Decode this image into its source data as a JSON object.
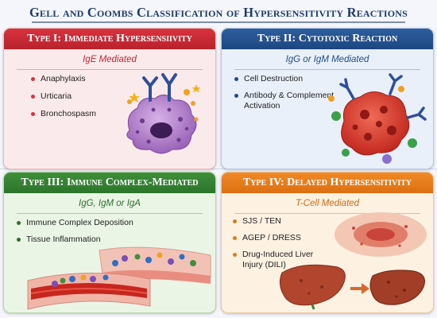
{
  "title": "Gell and Coombs Classification of Hypersensitivity Reactions",
  "panels": [
    {
      "heading": "Type I: Immediate Hypersensiivity",
      "subtitle": "IgE Mediated",
      "bullets": [
        "Anaphylaxis",
        "Urticaria",
        "Bronchospasm"
      ],
      "color": "#c82a35"
    },
    {
      "heading": "Type II: Cytotoxic Reaction",
      "subtitle": "IgG or IgM Mediated",
      "bullets": [
        "Cell Destruction",
        "Antibody & Complement Activation"
      ],
      "color": "#234f8c"
    },
    {
      "heading": "Type III: Immune Complex-Mediated",
      "subtitle": "IgG, IgM or IgA",
      "bullets": [
        "Immune Complex Deposition",
        "Tissue Inflammation"
      ],
      "color": "#348233"
    },
    {
      "heading": "Type IV: Delayed Hypersensitivity",
      "subtitle": "T-Cell Mediated",
      "bullets": [
        "SJS / TEN",
        "AGEP / DRESS",
        "Drug-Induced Liver Injury (DILI)"
      ],
      "color": "#e47b1d"
    }
  ]
}
